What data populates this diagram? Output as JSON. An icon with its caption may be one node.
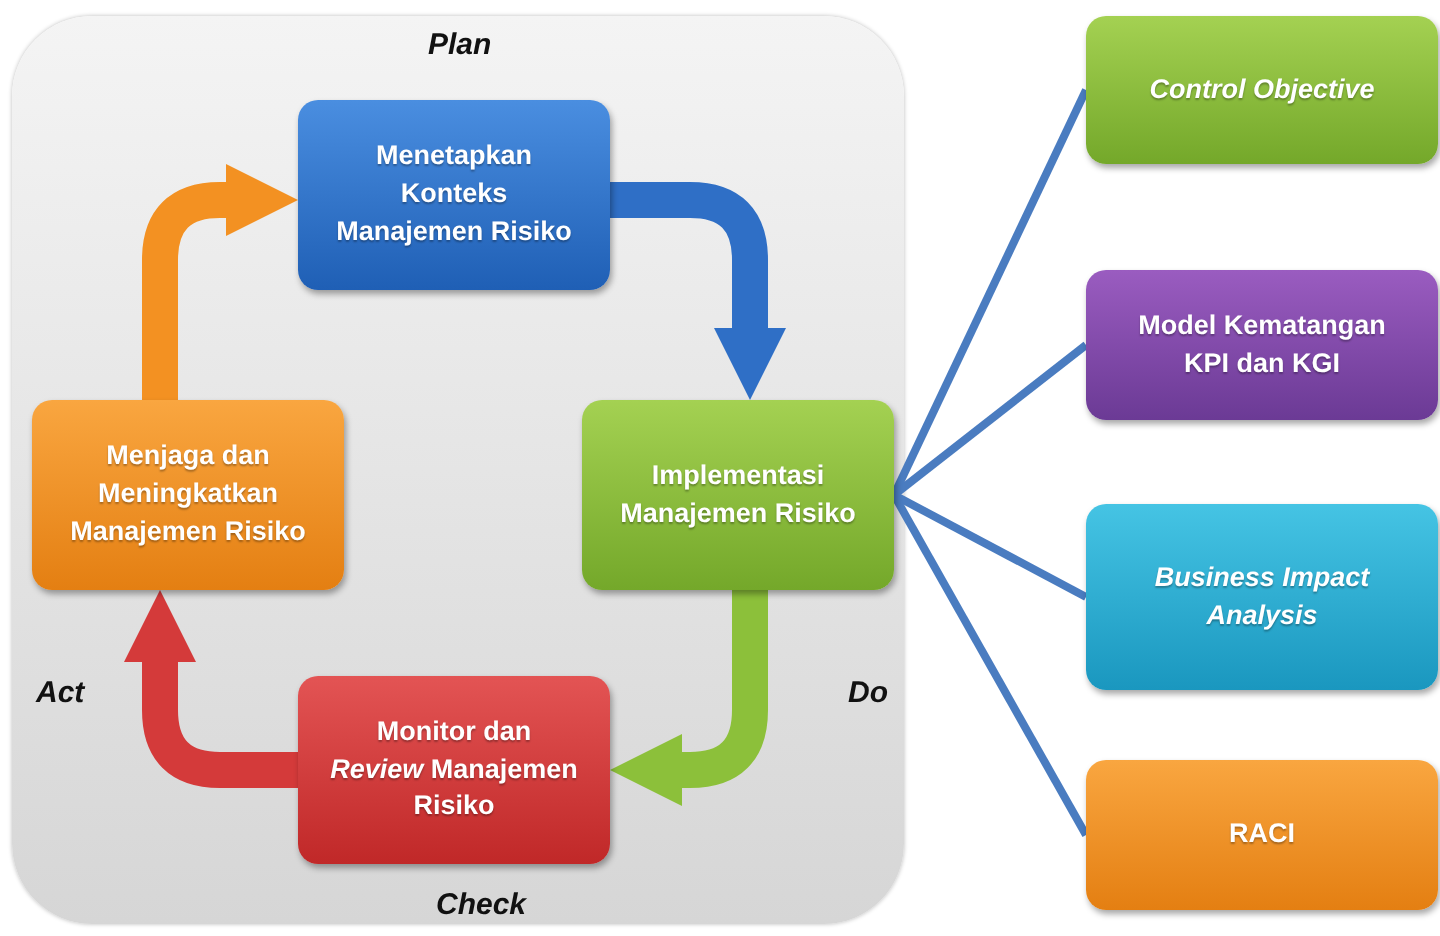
{
  "diagram": {
    "nodes": [
      {
        "text": [
          "Plan",
          "Act",
          "Do",
          "Check"
        ]
      },
      {
        "text": [
          "Menetapkan Konteks Manajemen Risiko"
        ],
        "in": 0
      },
      {
        "text": [
          "Menjaga dan Meningkatkan Manajemen Risiko"
        ],
        "in": 0
      },
      {
        "text": [
          "Implementasi Manajemen Risiko"
        ],
        "in": 0
      },
      {
        "text": [
          "Monitor dan *Review* Manajemen Risiko"
        ],
        "in": 0
      },
      {
        "text": [
          "*Control Objective*"
        ]
      },
      {
        "text": [
          "Model Kematangan KPI dan KGI"
        ]
      },
      {
        "text": [
          "*Business Impact Analysis*"
        ]
      },
      {
        "text": [
          "RACI"
        ]
      }
    ],
    "edges": [
      {
        "from": 1,
        "to": 3,
        "arrow": "to",
        "style": "thick",
        "color": "#2f6fc6"
      },
      {
        "from": 3,
        "to": 4,
        "arrow": "to",
        "style": "thick",
        "color": "#8cc03a"
      },
      {
        "from": 4,
        "to": 2,
        "arrow": "to",
        "style": "thick",
        "color": "#d43a3a"
      },
      {
        "from": 2,
        "to": 1,
        "arrow": "to",
        "style": "thick",
        "color": "#f39122"
      },
      {
        "from": 3,
        "to": 5,
        "arrow": "none"
      },
      {
        "from": 3,
        "to": 6,
        "arrow": "none"
      },
      {
        "from": 3,
        "to": 7,
        "arrow": "none"
      },
      {
        "from": 3,
        "to": 8,
        "arrow": "none"
      }
    ]
  }
}
